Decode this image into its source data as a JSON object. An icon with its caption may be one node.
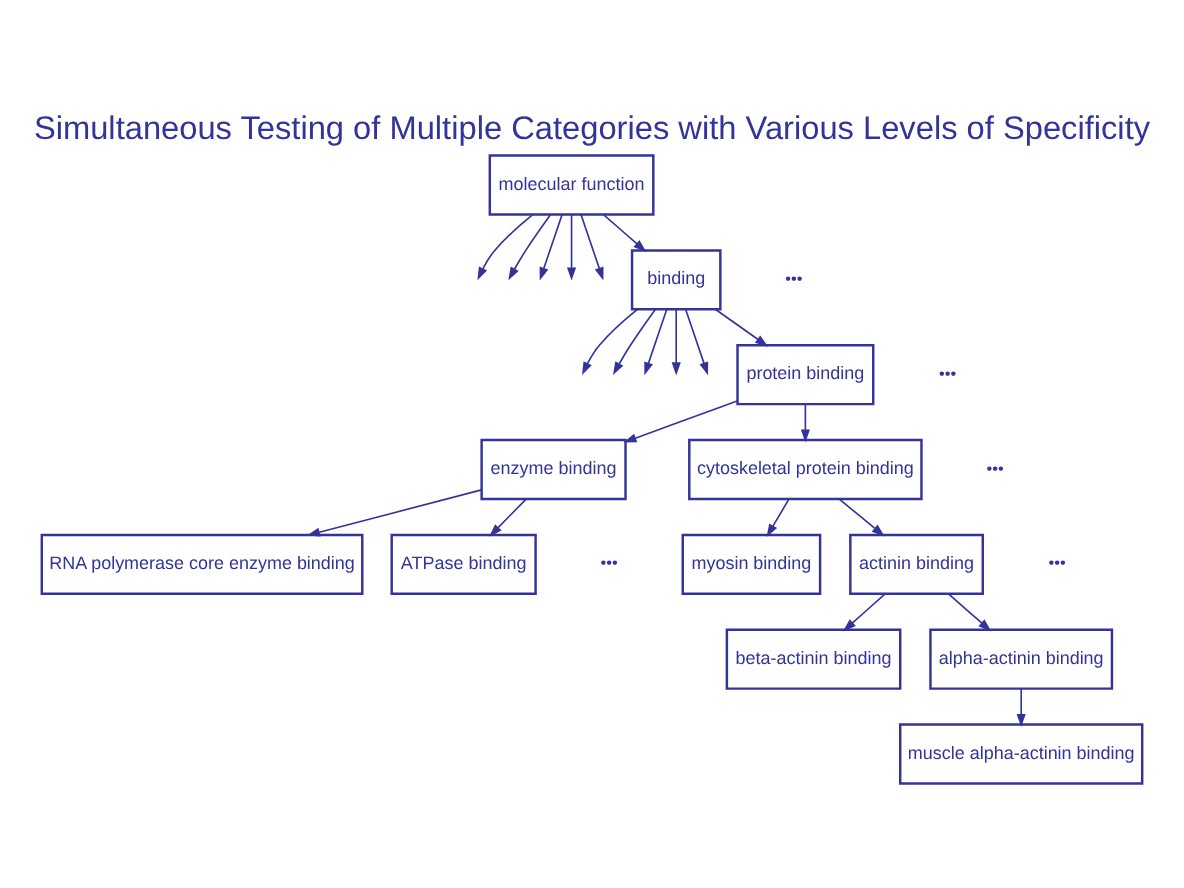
{
  "diagram": {
    "title": "Simultaneous Testing of Multiple Categories with Various Levels of Specificity",
    "nodes": [
      {
        "text": [
          "molecular function"
        ]
      },
      {
        "text": [
          "binding"
        ]
      },
      {
        "text": [
          "protein binding"
        ]
      },
      {
        "text": [
          "enzyme binding"
        ]
      },
      {
        "text": [
          "cytoskeletal protein binding"
        ]
      },
      {
        "text": [
          "RNA polymerase core enzyme binding"
        ]
      },
      {
        "text": [
          "ATPase binding"
        ]
      },
      {
        "text": [
          "myosin binding"
        ]
      },
      {
        "text": [
          "actinin binding"
        ]
      },
      {
        "text": [
          "beta-actinin binding"
        ]
      },
      {
        "text": [
          "alpha-actinin binding"
        ]
      },
      {
        "text": [
          "muscle alpha-actinin binding"
        ]
      }
    ],
    "edges": [
      {
        "from": 0,
        "to": null,
        "arrow": "to"
      },
      {
        "from": 0,
        "to": null,
        "arrow": "to"
      },
      {
        "from": 0,
        "to": null,
        "arrow": "to"
      },
      {
        "from": 0,
        "to": null,
        "arrow": "to"
      },
      {
        "from": 0,
        "to": null,
        "arrow": "to"
      },
      {
        "from": 0,
        "to": 1,
        "arrow": "to"
      },
      {
        "from": 1,
        "to": null,
        "arrow": "to"
      },
      {
        "from": 1,
        "to": null,
        "arrow": "to"
      },
      {
        "from": 1,
        "to": null,
        "arrow": "to"
      },
      {
        "from": 1,
        "to": null,
        "arrow": "to"
      },
      {
        "from": 1,
        "to": null,
        "arrow": "to"
      },
      {
        "from": 1,
        "to": 2,
        "arrow": "to"
      },
      {
        "from": 2,
        "to": 3,
        "arrow": "to"
      },
      {
        "from": 2,
        "to": 4,
        "arrow": "to"
      },
      {
        "from": 3,
        "to": 5,
        "arrow": "to"
      },
      {
        "from": 3,
        "to": 6,
        "arrow": "to"
      },
      {
        "from": 4,
        "to": 7,
        "arrow": "to"
      },
      {
        "from": 4,
        "to": 8,
        "arrow": "to"
      },
      {
        "from": 8,
        "to": 9,
        "arrow": "to"
      },
      {
        "from": 8,
        "to": 10,
        "arrow": "to"
      },
      {
        "from": 10,
        "to": 11,
        "arrow": "to"
      }
    ],
    "labels": [
      "•••",
      "•••",
      "•••",
      "•••",
      "•••"
    ]
  }
}
